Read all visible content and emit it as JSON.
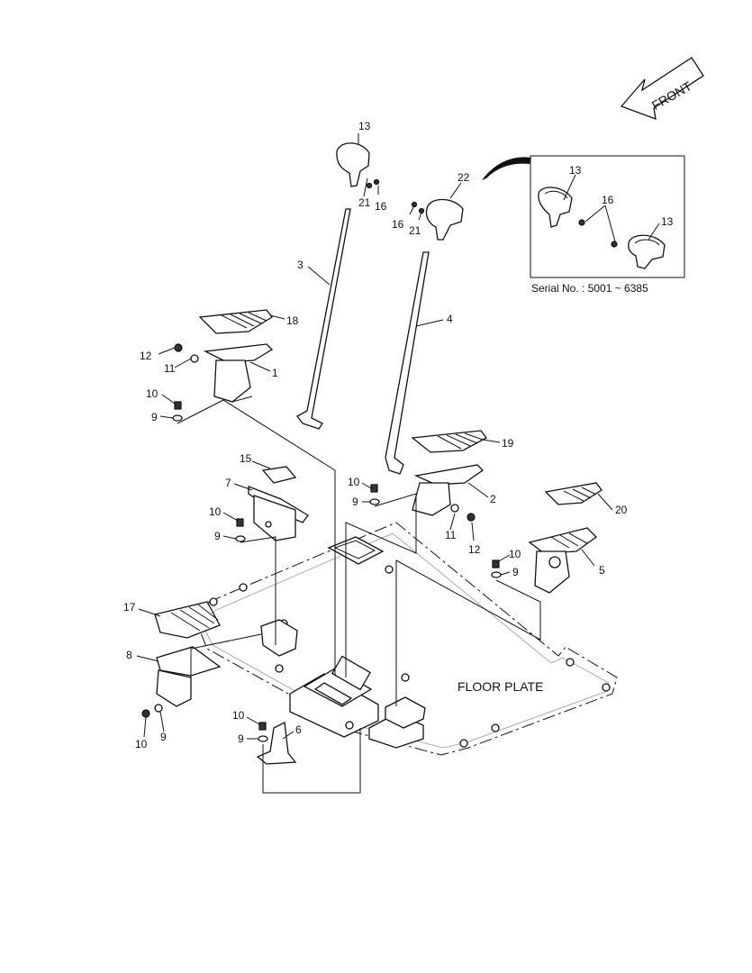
{
  "diagram": {
    "direction_label": "FRONT",
    "floor_plate_label": "FLOOR PLATE",
    "inset_serial": "Serial No. : 5001 ~ 6385",
    "callouts": {
      "c13a": "13",
      "c21a": "21",
      "c16a": "16",
      "c22": "22",
      "c16b": "16",
      "c21b": "21",
      "c3": "3",
      "c4": "4",
      "c18": "18",
      "c12a": "12",
      "c11a": "11",
      "c1": "1",
      "c10a": "10",
      "c9a": "9",
      "c19": "19",
      "c2": "2",
      "c10b": "10",
      "c9b": "9",
      "c11b": "11",
      "c12b": "12",
      "c15": "15",
      "c7": "7",
      "c10c": "10",
      "c9c": "9",
      "c20": "20",
      "c10d": "10",
      "c9d": "9",
      "c5": "5",
      "c17": "17",
      "c8": "8",
      "c10e": "10",
      "c9e": "9",
      "c10f": "10",
      "c9f": "9",
      "c6": "6",
      "ins13a": "13",
      "ins16": "16",
      "ins13b": "13"
    }
  }
}
